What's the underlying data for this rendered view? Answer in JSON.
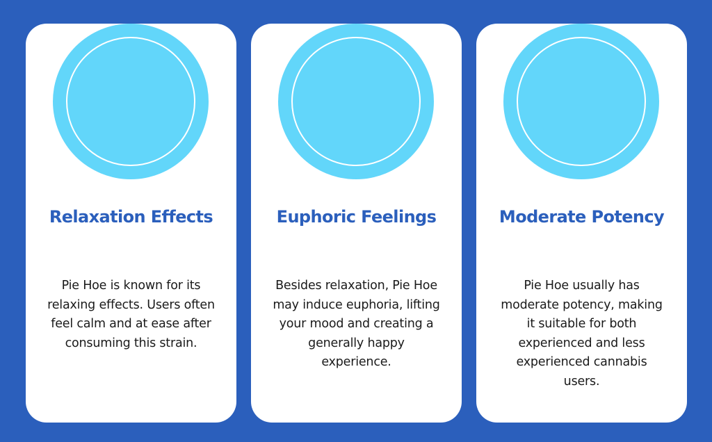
{
  "colors": {
    "background": "#2b5fbc",
    "card": "#ffffff",
    "circle": "#62d6fa",
    "title": "#2b5fbc",
    "text": "#1a1a1a"
  },
  "cards": [
    {
      "title": "Relaxation Effects",
      "text": "Pie Hoe is known for its relaxing effects. Users often feel calm and at ease after consuming this strain."
    },
    {
      "title": "Euphoric Feelings",
      "text": "Besides relaxation, Pie Hoe may induce euphoria, lifting your mood and creating a generally happy experience."
    },
    {
      "title": "Moderate Potency",
      "text": "Pie Hoe usually has moderate potency, making it suitable for both experienced and less experienced cannabis users."
    }
  ]
}
